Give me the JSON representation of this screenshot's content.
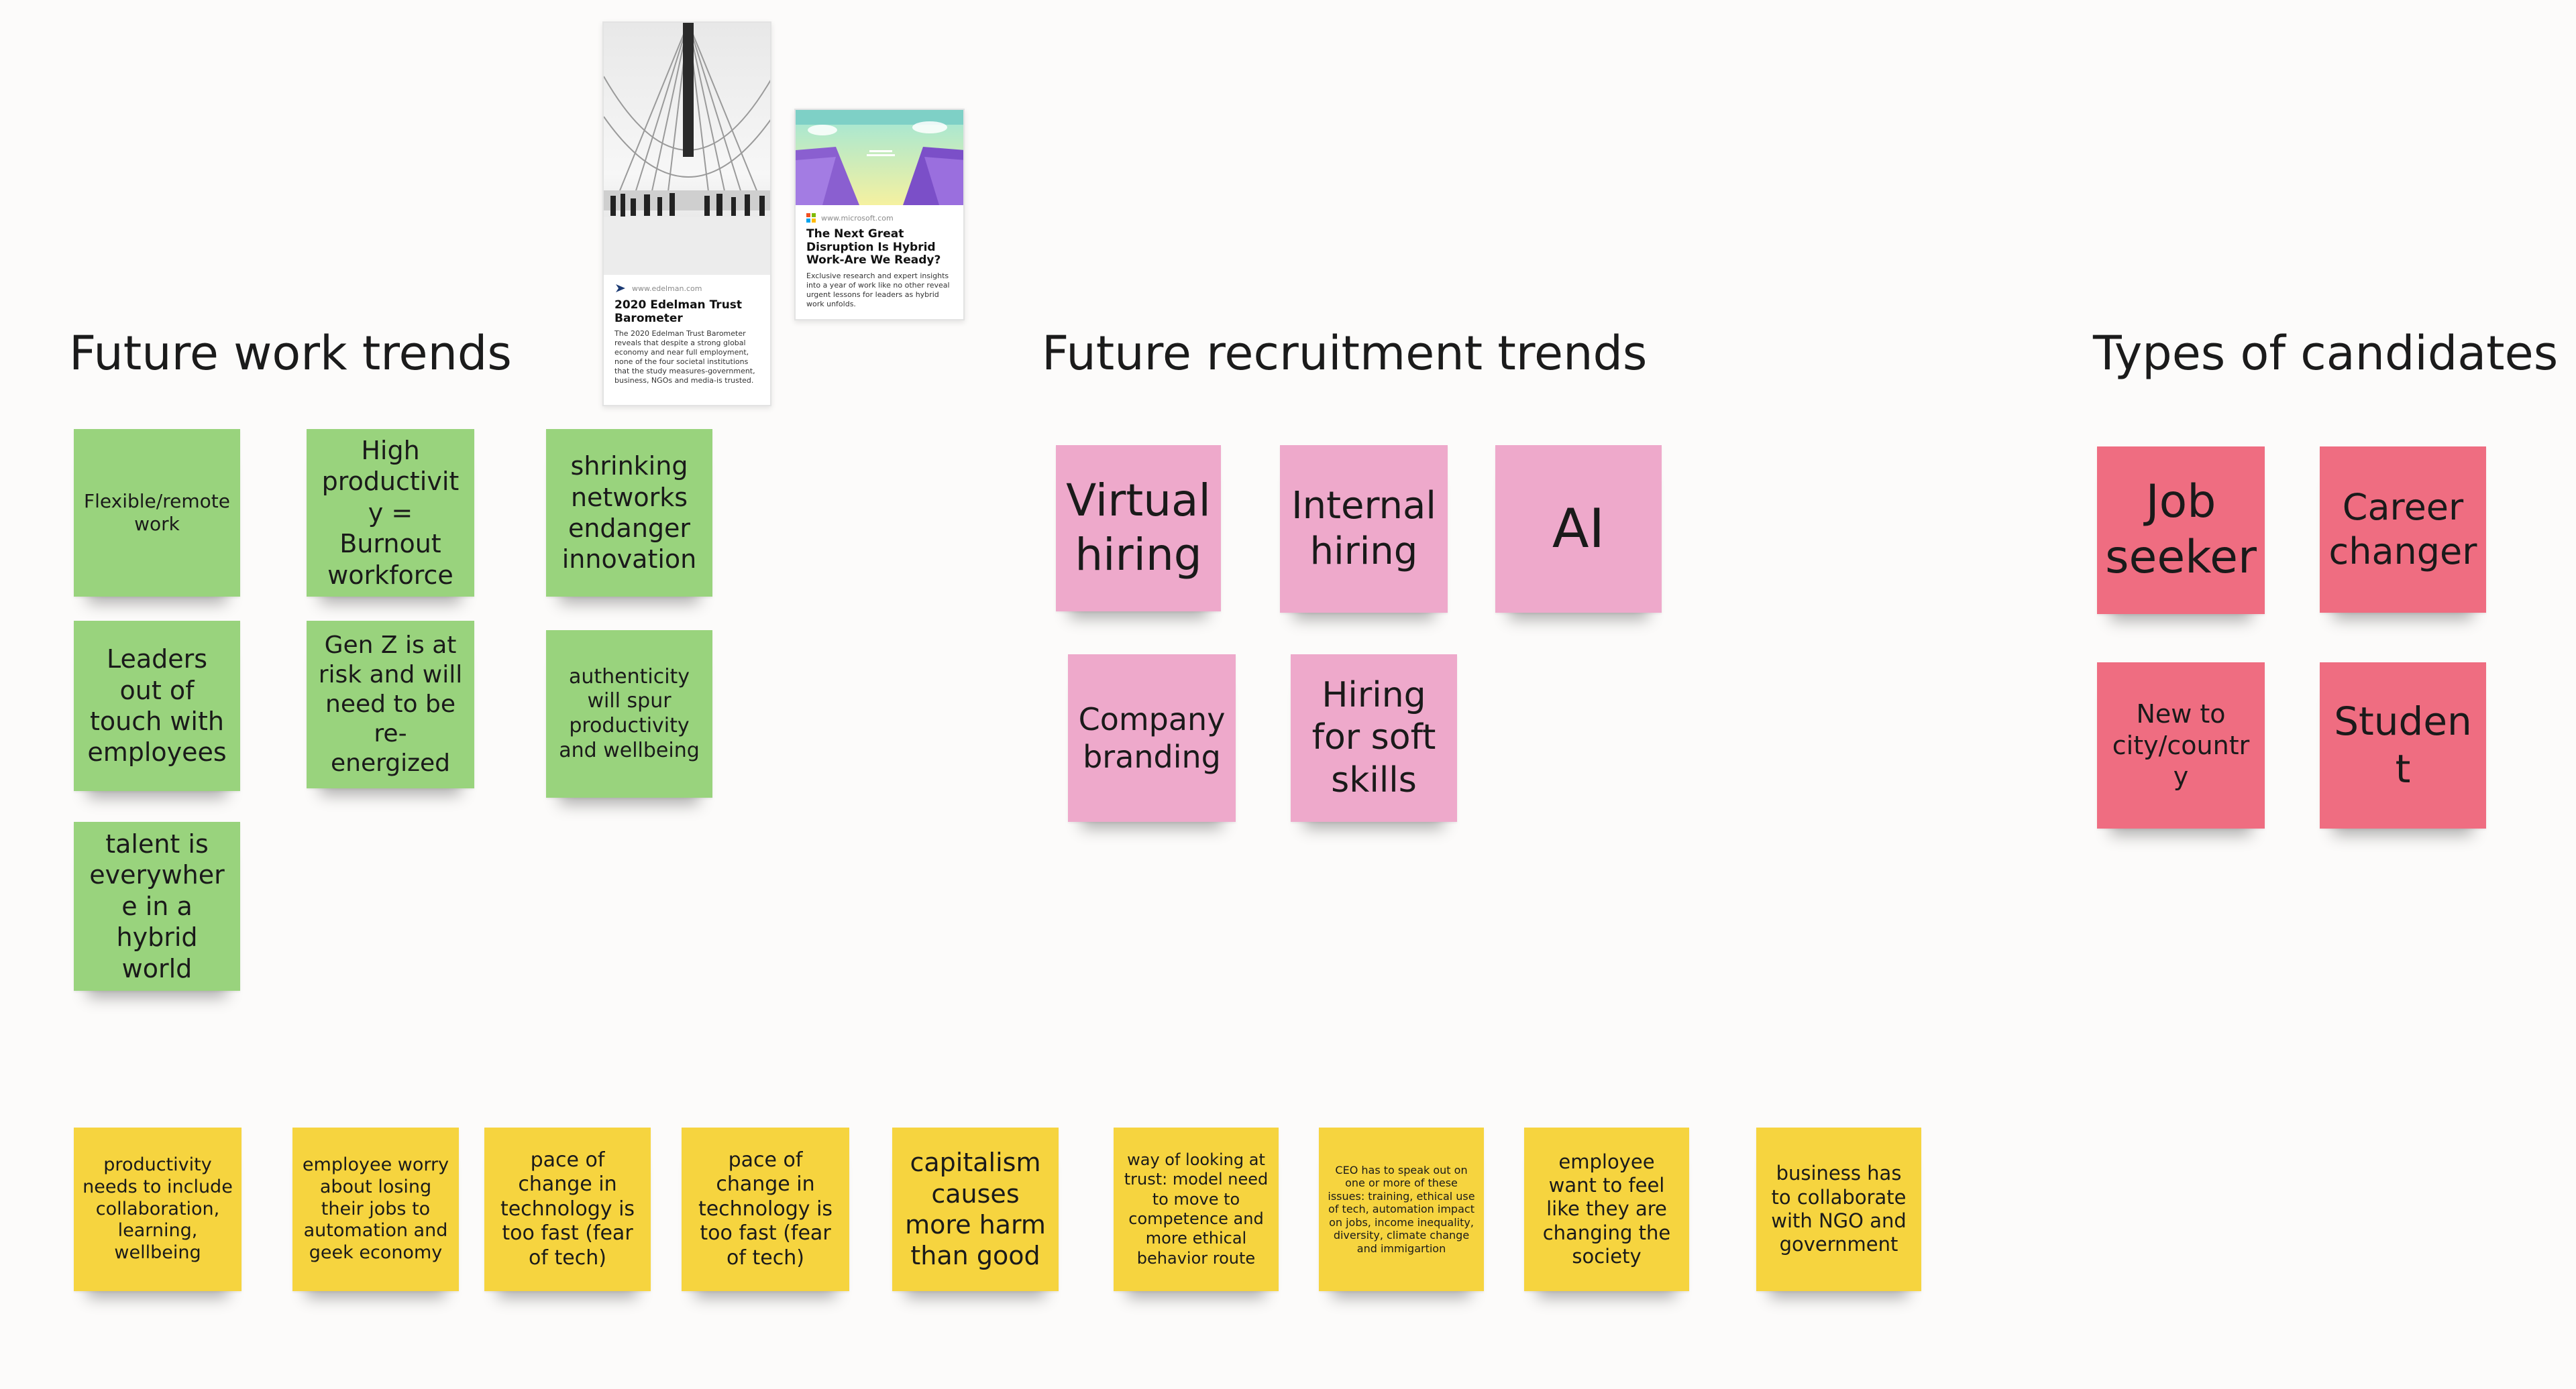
{
  "sections": {
    "work": "Future work trends",
    "recruitment": "Future recruitment trends",
    "candidates": "Types of candidates"
  },
  "cards": {
    "edelman": {
      "url": "www.edelman.com",
      "title": "2020 Edelman Trust Barometer",
      "desc": "The 2020 Edelman Trust Barometer reveals that despite a strong global economy and near full employment, none of the four societal institutions that the study measures-government, business, NGOs and media-is trusted."
    },
    "microsoft": {
      "url": "www.microsoft.com",
      "title": "The Next Great Disruption Is Hybrid Work-Are We Ready?",
      "desc": "Exclusive research and expert insights into a year of work like no other reveal urgent lessons for leaders as hybrid work unfolds."
    }
  },
  "notes": {
    "work": [
      "Flexible/remote work",
      "High productivity = Burnout workforce",
      "shrinking networks endanger innovation",
      "Leaders out of touch with employees",
      "Gen Z is at risk and will need to be re-energized",
      "authenticity will spur productivity and wellbeing",
      "talent is everywhere in a hybrid world"
    ],
    "recruitment": [
      "Virtual hiring",
      "Internal hiring",
      "AI",
      "Company branding",
      "Hiring for soft skills"
    ],
    "candidates": [
      "Job seeker",
      "Career changer",
      "New to city/country",
      "Student"
    ],
    "insights": [
      "productivity needs to include collaboration, learning, wellbeing",
      "employee worry about losing their jobs to automation and geek economy",
      "pace of change in technology is too fast (fear of tech)",
      "pace of change in technology is too fast (fear of tech)",
      "capitalism causes more harm than good",
      "way of looking at trust: model need to move to competence and more ethical behavior route",
      "CEO has to speak out on one or more of these issues: training, ethical use of tech, automation impact on jobs, income inequality, diversity, climate change and immigartion",
      "employee want to feel like they are changing the society",
      "business has to collaborate with NGO and government"
    ]
  },
  "colors": {
    "green": "#99d37d",
    "pink": "#eea9cb",
    "red": "#ef6d81",
    "yellow": "#f6d43f",
    "canvas": "#fcfbfa"
  }
}
